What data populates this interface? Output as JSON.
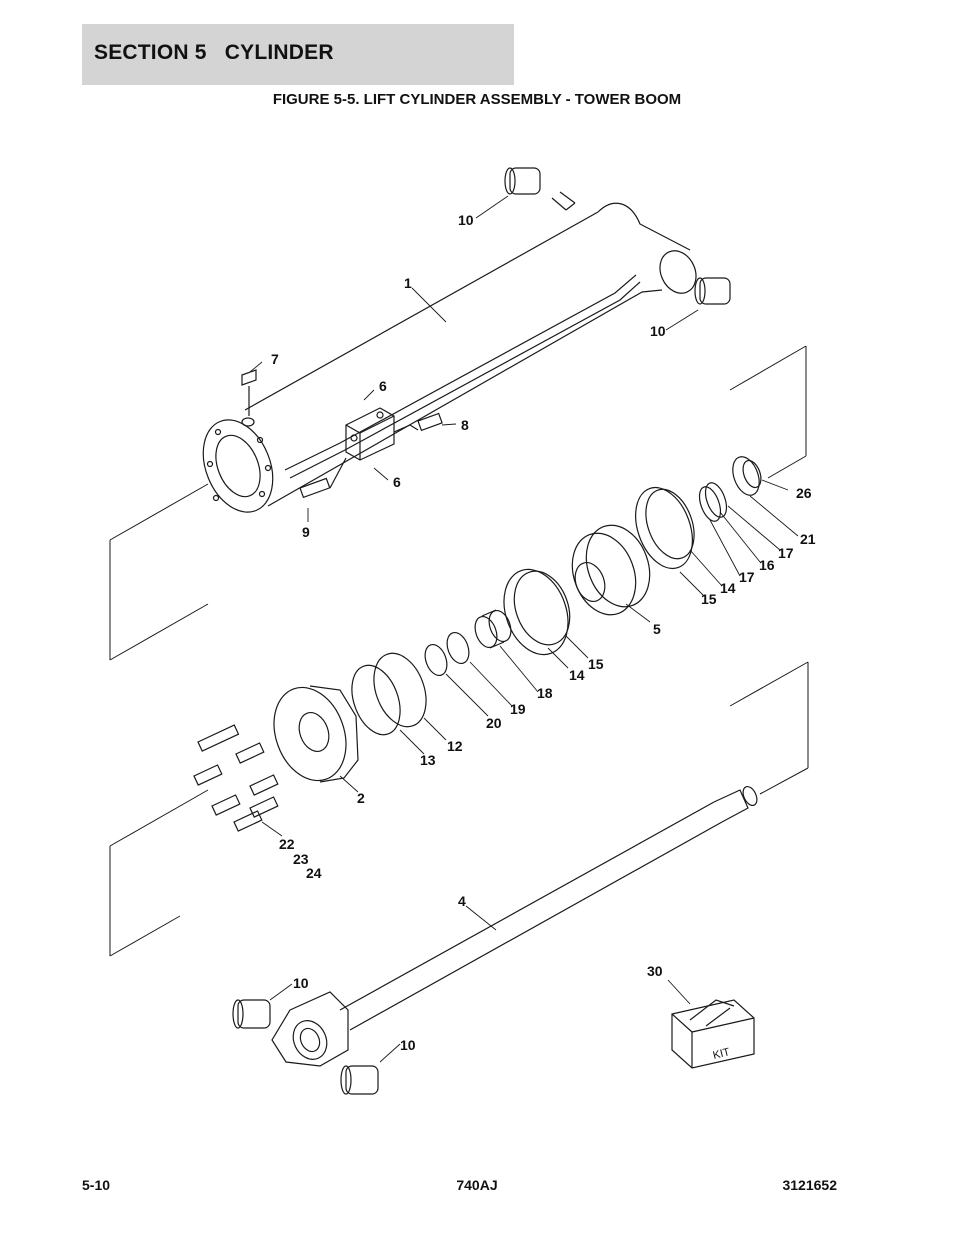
{
  "header": {
    "section": "SECTION 5   CYLINDER",
    "figure_title": "FIGURE 5-5. LIFT CYLINDER ASSEMBLY - TOWER BOOM"
  },
  "diagram": {
    "callouts": {
      "c1": "1",
      "c2": "2",
      "c4": "4",
      "c5": "5",
      "c6a": "6",
      "c6b": "6",
      "c7": "7",
      "c8": "8",
      "c9": "9",
      "c10a": "10",
      "c10b": "10",
      "c10c": "10",
      "c10d": "10",
      "c12": "12",
      "c13": "13",
      "c14a": "14",
      "c14b": "14",
      "c15a": "15",
      "c15b": "15",
      "c16": "16",
      "c17a": "17",
      "c17b": "17",
      "c18": "18",
      "c19": "19",
      "c20": "20",
      "c21": "21",
      "c22": "22",
      "c23": "23",
      "c24": "24",
      "c26": "26",
      "c30": "30"
    },
    "kit_label": "KIT"
  },
  "footer": {
    "page": "5-10",
    "model": "740AJ",
    "doc_number": "3121652"
  }
}
